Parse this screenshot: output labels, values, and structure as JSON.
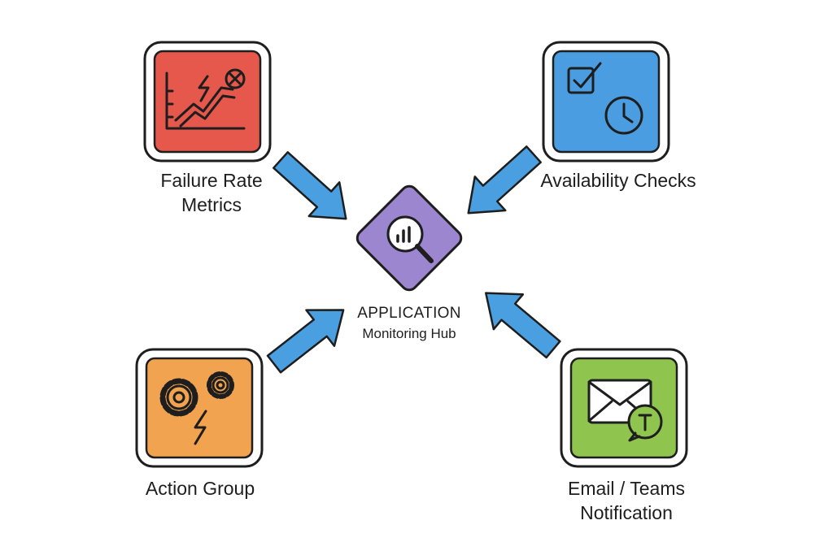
{
  "colors": {
    "failure_tile": "#e5584b",
    "availability_tile": "#4a9de0",
    "hub_tile": "#9b86cf",
    "action_tile": "#f2a34f",
    "email_tile": "#8fc54e",
    "arrow": "#4a9fe0",
    "outline": "#1e1e1e"
  },
  "hub": {
    "title": "APPLICATION",
    "subtitle": "Monitoring Hub",
    "icon": "magnifier-chart-icon"
  },
  "nodes": [
    {
      "id": "failure",
      "label": "Failure Rate\nMetrics",
      "icon": "failure-chart-icon"
    },
    {
      "id": "availability",
      "label": "Availability Checks",
      "icon": "checkbox-clock-icon"
    },
    {
      "id": "action",
      "label": "Action Group",
      "icon": "gears-bolt-icon"
    },
    {
      "id": "email",
      "label": "Email / Teams\nNotification",
      "icon": "mail-teams-icon"
    }
  ]
}
